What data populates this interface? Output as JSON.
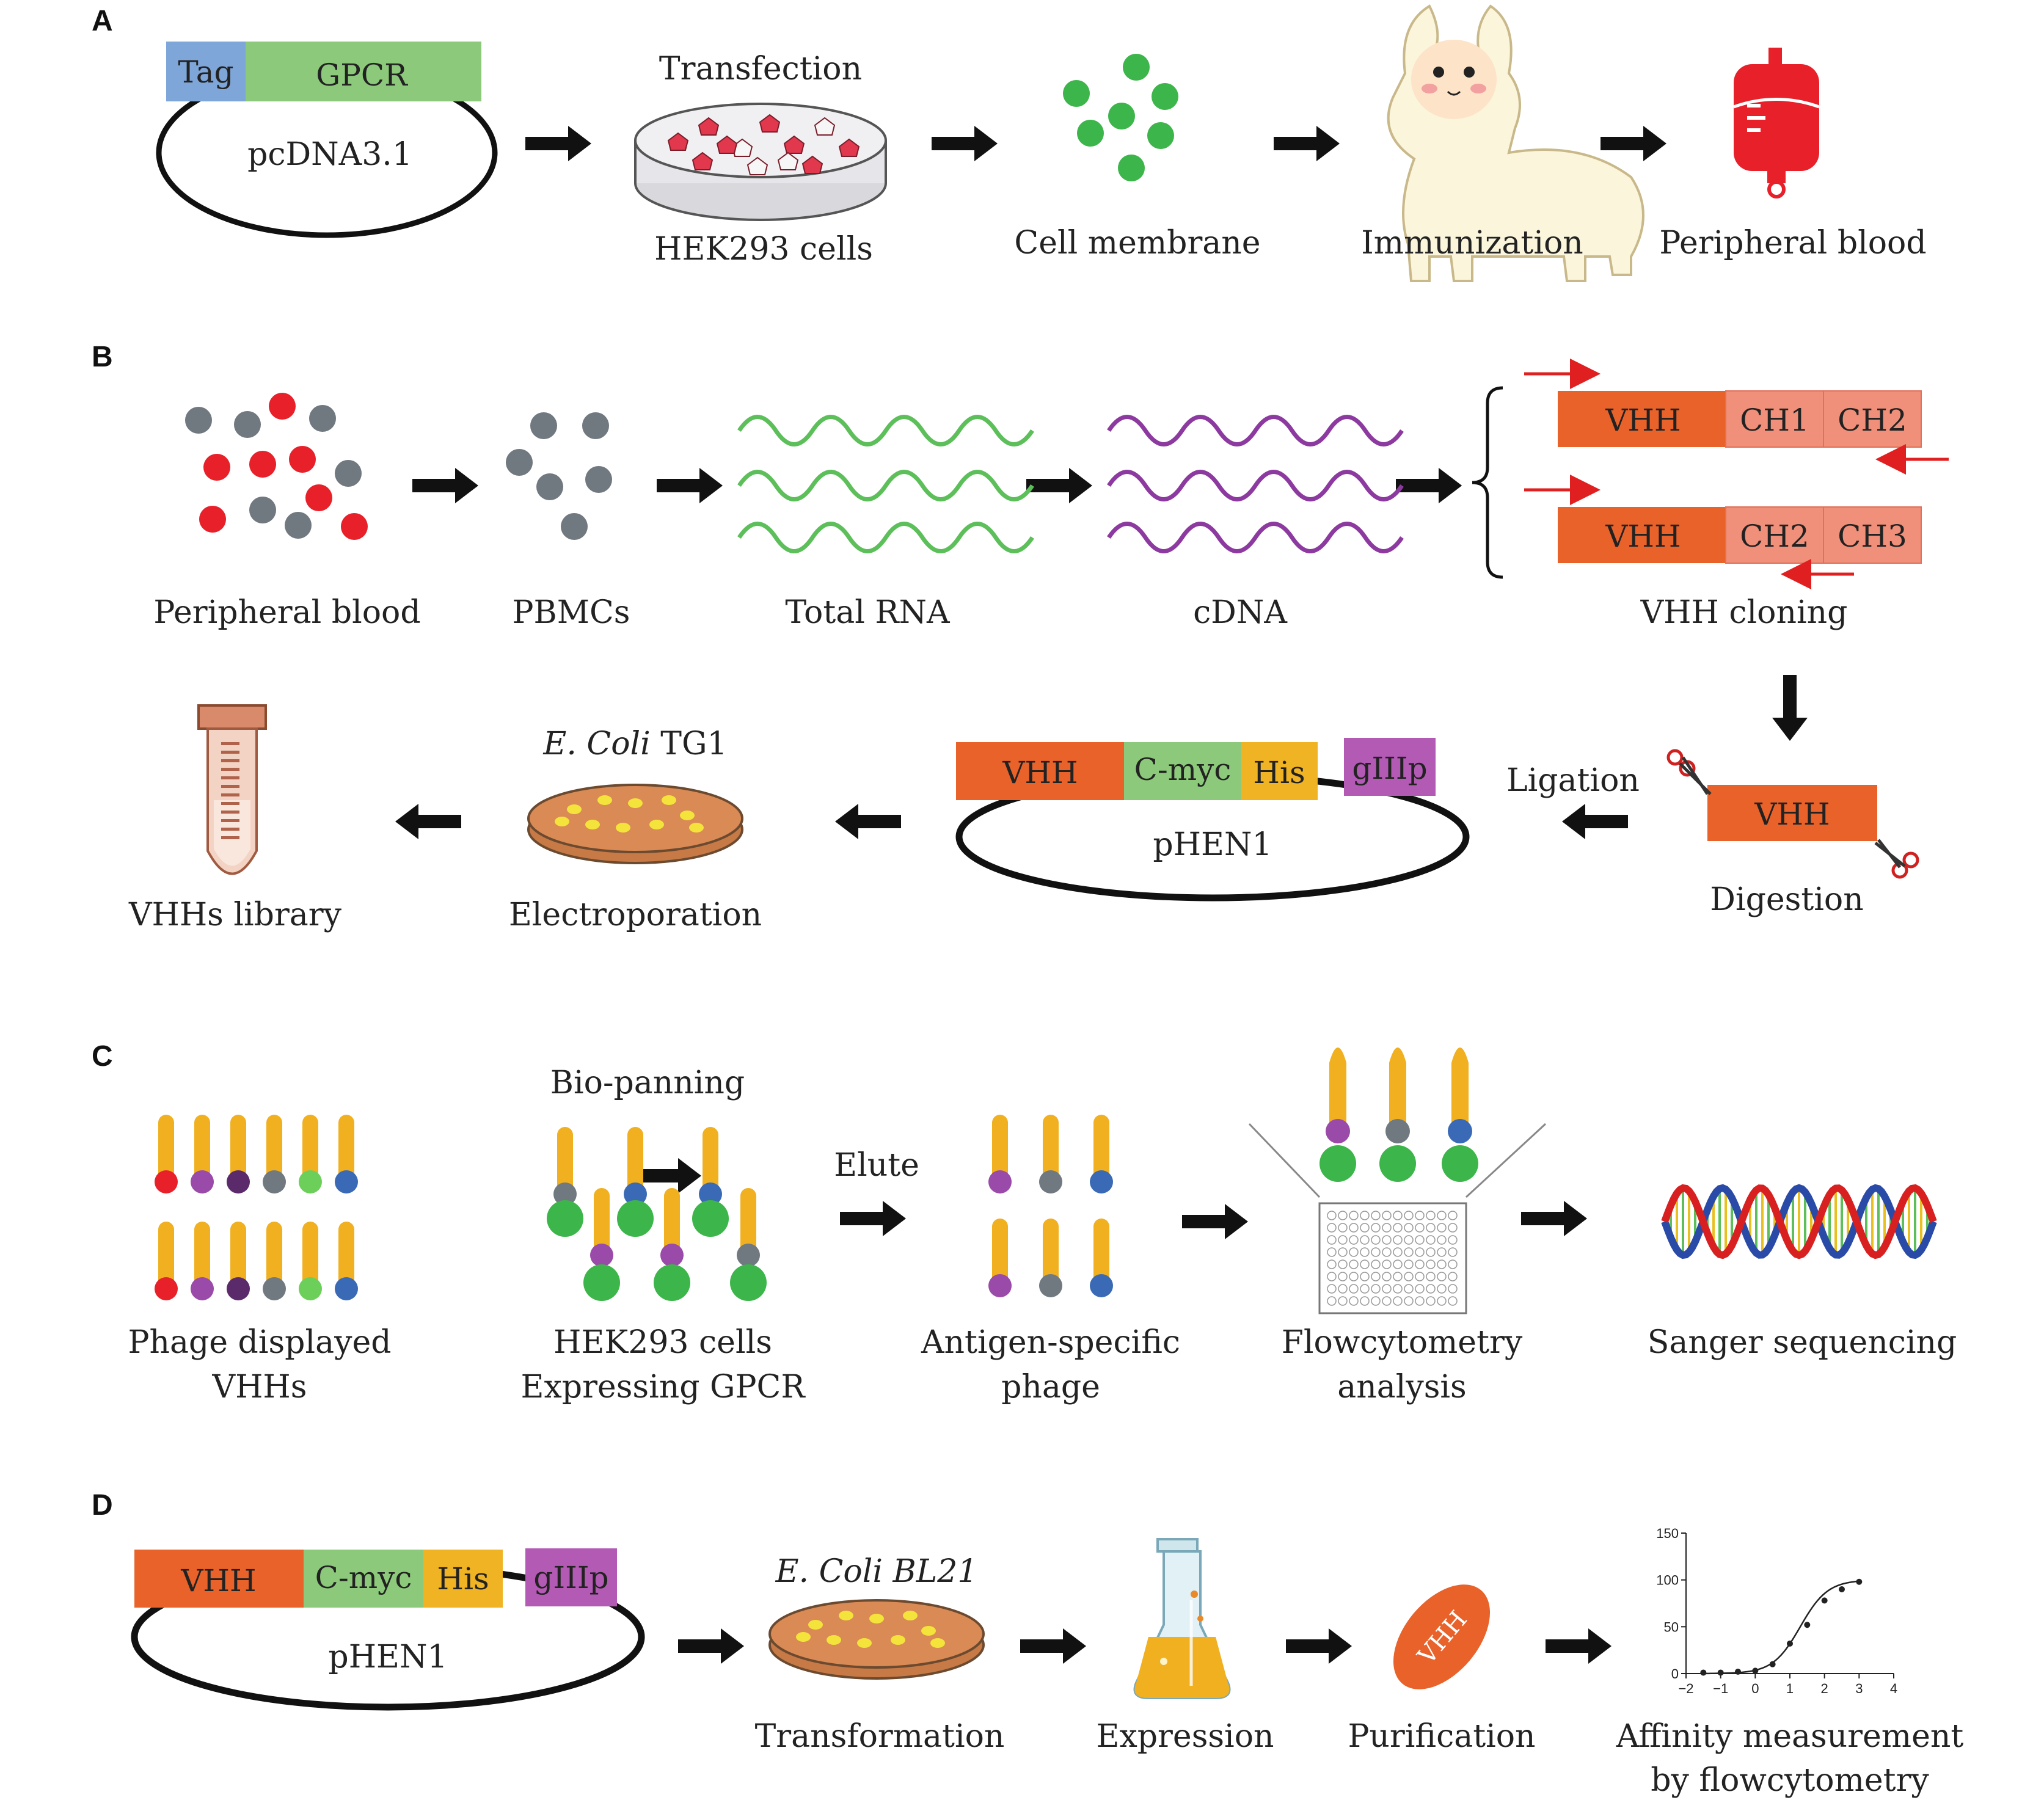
{
  "colors": {
    "tag": "#7ea6d8",
    "gpcr": "#8cc97a",
    "vhh": "#e8622a",
    "ch": "#f0907a",
    "cmyc": "#8cc97a",
    "his": "#f0b323",
    "giiip": "#b35ab5",
    "green_dot": "#3cb54a",
    "red_dot": "#e8202a",
    "gray_dot": "#707880",
    "rna": "#5cbf5a",
    "cdna": "#8d3aa0",
    "phage": "#f0b020",
    "primer": "#e02020",
    "dish": "#d98a55"
  },
  "panels": {
    "a": "A",
    "b": "B",
    "c": "C",
    "d": "D"
  },
  "A": {
    "tag": "Tag",
    "gpcr": "GPCR",
    "plasmid": "pcDNA3.1",
    "transfection": "Transfection",
    "hek": "HEK293 cells",
    "membrane": "Cell membrane",
    "immunization": "Immunization",
    "blood": "Peripheral blood"
  },
  "B": {
    "blood": "Peripheral blood",
    "pbmc": "PBMCs",
    "rna": "Total RNA",
    "cdna": "cDNA",
    "vhh1": "VHH",
    "ch1a": "CH1",
    "ch2a": "CH2",
    "vhh2": "VHH",
    "ch2b": "CH2",
    "ch3b": "CH3",
    "cloning": "VHH cloning",
    "digest_vhh": "VHH",
    "digestion": "Digestion",
    "ligation": "Ligation",
    "p_vhh": "VHH",
    "p_cmyc": "C-myc",
    "p_his": "His",
    "p_giiip": "gIIIp",
    "phen": "pHEN1",
    "ecoli_italic": "E. Coli",
    "ecoli_strain": " TG1",
    "electroporation": "Electroporation",
    "library": "VHHs library"
  },
  "C": {
    "phage_1": "Phage displayed",
    "phage_2": "VHHs",
    "biopanning": "Bio-panning",
    "hek_1": "HEK293 cells",
    "hek_2": "Expressing GPCR",
    "elute": "Elute",
    "antigen_1": "Antigen-specific",
    "antigen_2": "phage",
    "flow_1": "Flowcytometry",
    "flow_2": "analysis",
    "sanger": "Sanger sequencing"
  },
  "D": {
    "p_vhh": "VHH",
    "p_cmyc": "C-myc",
    "p_his": "His",
    "p_giiip": "gIIIp",
    "phen": "pHEN1",
    "ecoli": "E. Coli BL21",
    "transformation": "Transformation",
    "expression": "Expression",
    "pill": "VHH",
    "purification": "Purification",
    "affinity_1": "Affinity measurement",
    "affinity_2": "by flowcytometry"
  },
  "chart_data": {
    "type": "scatter",
    "title": "",
    "xlabel": "",
    "ylabel": "",
    "xlim": [
      -2,
      4
    ],
    "ylim": [
      0,
      150
    ],
    "xticks": [
      "−2",
      "−1",
      "0",
      "1",
      "2",
      "3",
      "4"
    ],
    "yticks": [
      "0",
      "50",
      "100",
      "150"
    ],
    "x": [
      -1.5,
      -1,
      -0.5,
      0,
      0.5,
      1,
      1.5,
      2,
      2.5,
      3
    ],
    "y": [
      1,
      1,
      2,
      3,
      10,
      32,
      52,
      78,
      90,
      98
    ],
    "fit_line": true
  }
}
